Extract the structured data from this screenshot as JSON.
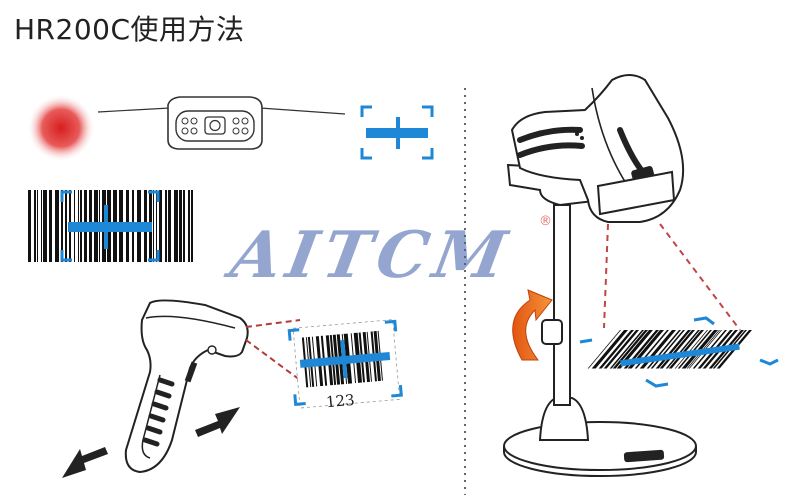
{
  "title": "HR200C使用方法",
  "watermark": {
    "text": "AITCM",
    "reg_mark": "®",
    "color": "#3d5fa8"
  },
  "barcode_label": "123",
  "colors": {
    "accent": "#1e88d6",
    "laser_red": "#d22",
    "stroke": "#222"
  },
  "icons": [
    "red-light-dot-icon",
    "scanner-head-icon",
    "aim-frame-icon",
    "barcode-icon",
    "handheld-scanner-icon",
    "arrow-icon",
    "stand-icon",
    "rotate-arrow-icon"
  ]
}
